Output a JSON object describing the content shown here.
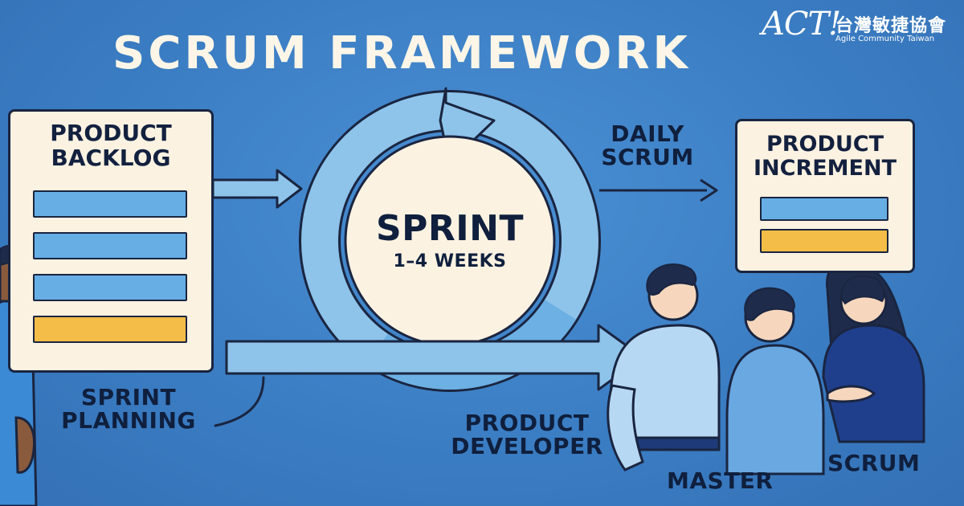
{
  "title": "SCRUM FRAMEWORK",
  "logo": {
    "mark": "ACT!",
    "chinese_name": "台灣敏捷協會",
    "english_name": "Agile Community Taiwan"
  },
  "product_backlog": {
    "title_line1": "PRODUCT",
    "title_line2": "BACKLOG",
    "items": [
      "blue",
      "blue",
      "blue",
      "yellow"
    ]
  },
  "sprint": {
    "title": "SPRINT",
    "duration": "1–4 WEEKS"
  },
  "daily_scrum": {
    "line1": "DAILY",
    "line2": "SCRUM"
  },
  "product_increment": {
    "title_line1": "PRODUCT",
    "title_line2": "INCREMENT",
    "items": [
      "blue",
      "yellow"
    ]
  },
  "sprint_planning": {
    "line1": "SPRINT",
    "line2": "PLANNING"
  },
  "roles": {
    "product_developer_line1": "PRODUCT",
    "product_developer_line2": "DEVELOPER",
    "master": "MASTER",
    "scrum": "SCRUM"
  },
  "colors": {
    "background": "#3d7fc4",
    "card": "#fbf2e2",
    "outline": "#1a2540",
    "light_blue": "#66aee4",
    "yellow": "#f4bd47",
    "loop_blue": "#8ec3ea"
  }
}
